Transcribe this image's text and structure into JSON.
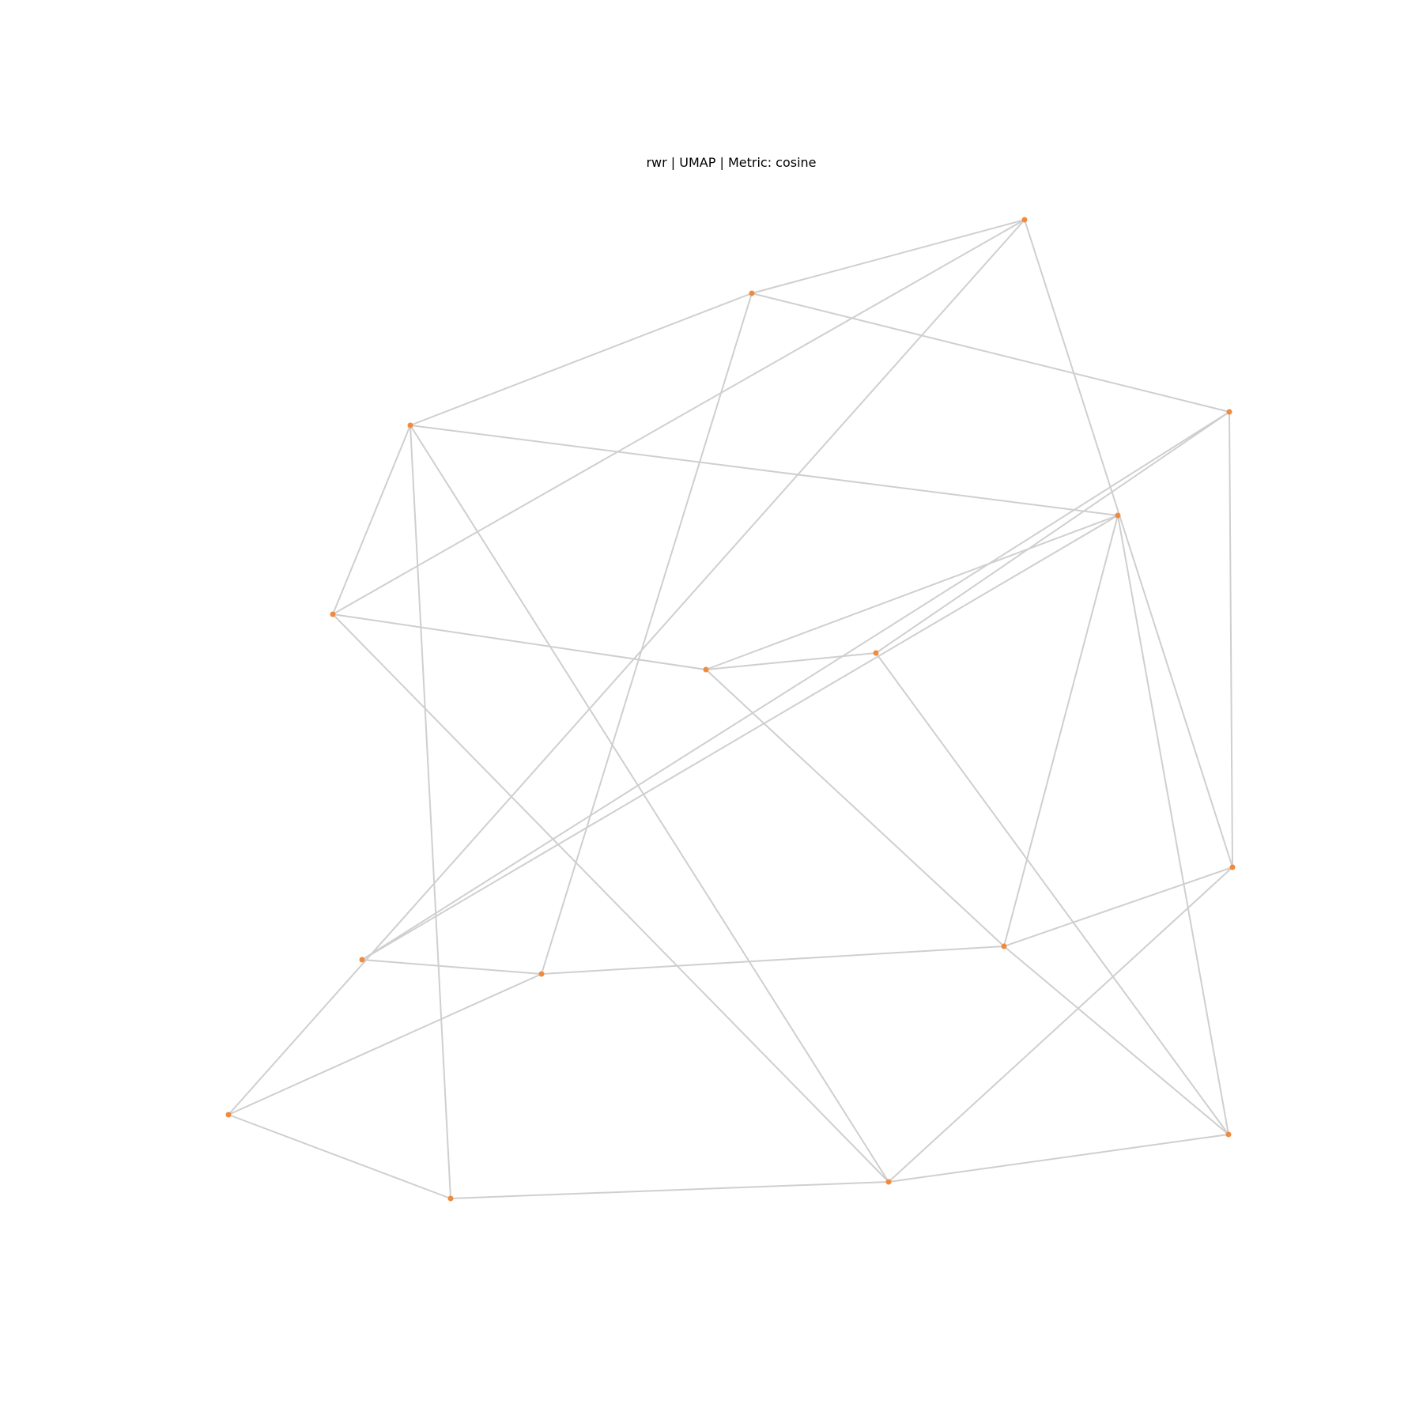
{
  "title": "rwr | UMAP | Metric: cosine",
  "colors": {
    "node": "#f28a3c",
    "edge": "#cfcfcf",
    "background": "#ffffff"
  },
  "graph": {
    "nodes": [
      {
        "id": "n0"
      },
      {
        "id": "n1"
      },
      {
        "id": "n2"
      },
      {
        "id": "n3"
      },
      {
        "id": "n4"
      },
      {
        "id": "n5"
      },
      {
        "id": "n6"
      },
      {
        "id": "n7"
      },
      {
        "id": "n8"
      },
      {
        "id": "n9"
      },
      {
        "id": "n10"
      },
      {
        "id": "n11"
      },
      {
        "id": "n12"
      },
      {
        "id": "n13"
      },
      {
        "id": "n14"
      },
      {
        "id": "n15"
      }
    ],
    "edges": [
      [
        "n1",
        "n0"
      ],
      [
        "n1",
        "n2"
      ],
      [
        "n1",
        "n3"
      ],
      [
        "n1",
        "n11"
      ],
      [
        "n0",
        "n5"
      ],
      [
        "n0",
        "n8"
      ],
      [
        "n0",
        "n12"
      ],
      [
        "n3",
        "n4"
      ],
      [
        "n3",
        "n5"
      ],
      [
        "n3",
        "n13"
      ],
      [
        "n3",
        "n14"
      ],
      [
        "n5",
        "n7"
      ],
      [
        "n5",
        "n14"
      ],
      [
        "n2",
        "n6"
      ],
      [
        "n2",
        "n8"
      ],
      [
        "n2",
        "n10"
      ],
      [
        "n6",
        "n7"
      ],
      [
        "n6",
        "n15"
      ],
      [
        "n7",
        "n4"
      ],
      [
        "n7",
        "n9"
      ],
      [
        "n8",
        "n9"
      ],
      [
        "n8",
        "n14"
      ],
      [
        "n4",
        "n9"
      ],
      [
        "n4",
        "n10"
      ],
      [
        "n4",
        "n15"
      ],
      [
        "n11",
        "n9"
      ],
      [
        "n11",
        "n12"
      ],
      [
        "n11",
        "n10"
      ],
      [
        "n12",
        "n13"
      ],
      [
        "n13",
        "n14"
      ],
      [
        "n14",
        "n15"
      ],
      [
        "n9",
        "n15"
      ]
    ]
  }
}
